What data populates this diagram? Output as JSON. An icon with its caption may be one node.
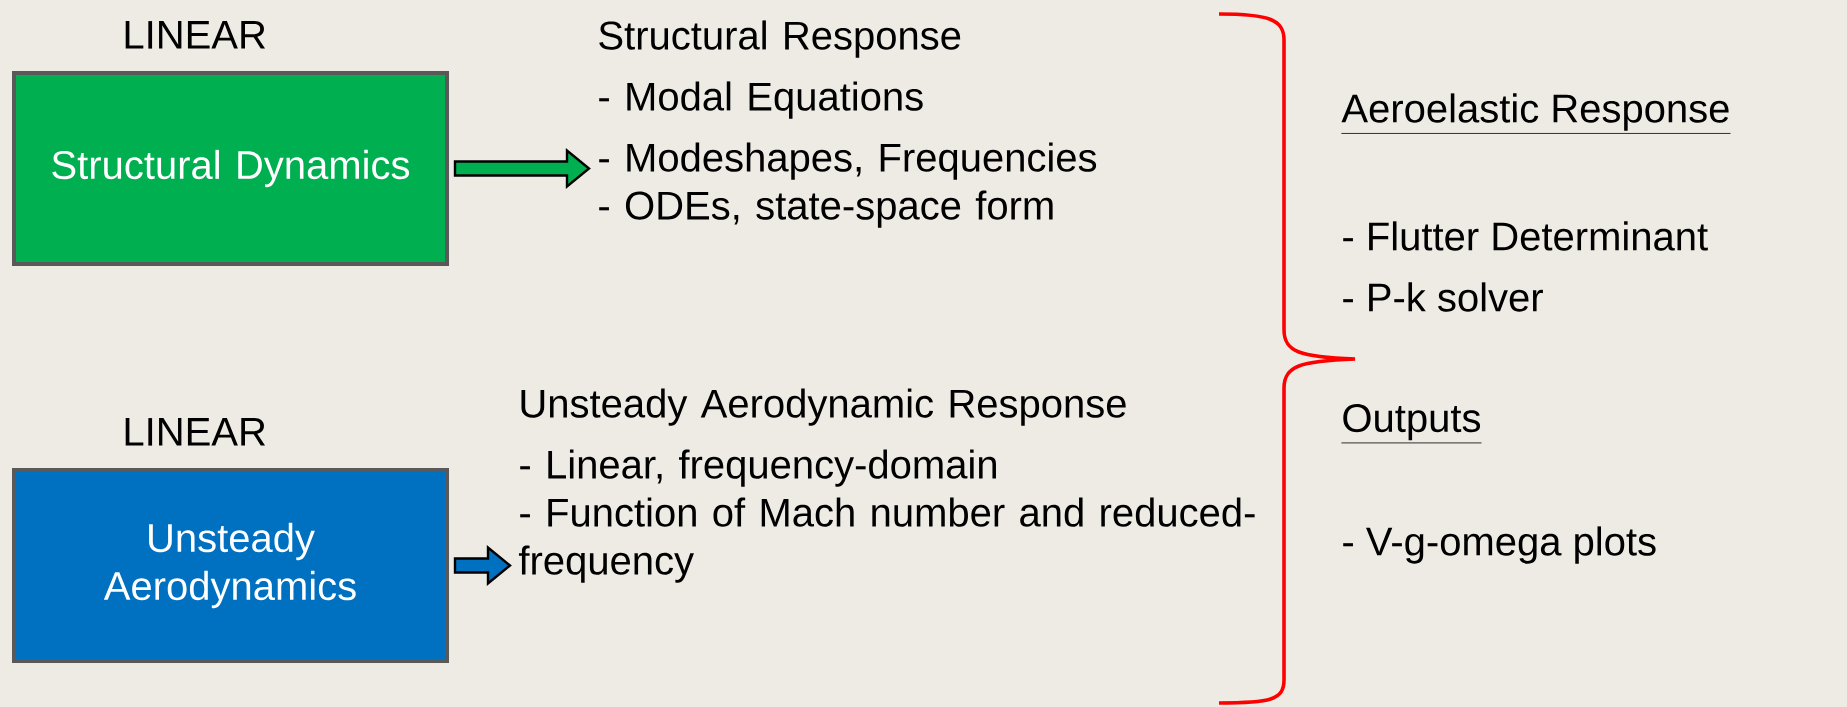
{
  "diagram": {
    "nodes": [
      {
        "text": [
          "LINEAR",
          "Structural Dynamics"
        ]
      },
      {
        "text": [
          "Structural Response",
          "- Modal Equations",
          "- Modeshapes, Frequencies",
          "- ODEs, state-space form"
        ]
      },
      {
        "text": [
          "LINEAR",
          "Unsteady Aerodynamics"
        ]
      },
      {
        "text": [
          "Unsteady Aerodynamic Response",
          "- Linear, frequency-domain",
          "- Function of Mach number and reduced-frequency"
        ]
      }
    ],
    "edges": [
      {
        "from": 0,
        "to": 1,
        "arrow": "to",
        "color": "#00b050"
      },
      {
        "from": 2,
        "to": 3,
        "arrow": "to",
        "color": "#0070c0"
      }
    ],
    "labels": [
      "Aeroelastic Response",
      "- Flutter Determinant",
      "- P-k solver",
      "Outputs",
      "- V-g-omega plots"
    ]
  }
}
